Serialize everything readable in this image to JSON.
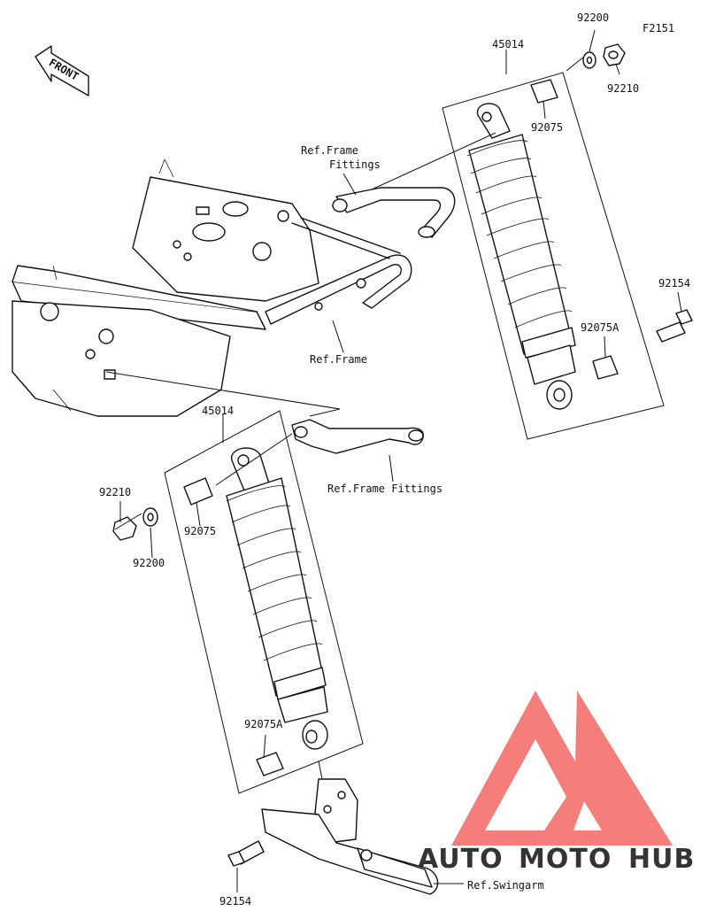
{
  "diagram": {
    "figure_code": "F2151",
    "front_label": "FRONT",
    "labels": {
      "p1_45014": "45014",
      "p1_92200": "92200",
      "p1_92210": "92210",
      "p1_92075": "92075",
      "p1_92154": "92154",
      "p1_92075A": "92075A",
      "ref_frame_fittings_l1": "Ref.Frame",
      "ref_frame_fittings_l2": "Fittings",
      "ref_frame": "Ref.Frame",
      "p2_45014": "45014",
      "p2_92210": "92210",
      "p2_92075": "92075",
      "p2_92200": "92200",
      "ref_frame_fittings_lower": "Ref.Frame Fittings",
      "p2_92075A": "92075A",
      "p2_92154": "92154",
      "ref_swingarm": "Ref.Swingarm"
    }
  },
  "watermark": {
    "part1": "AUTO",
    "part2": "MOTO",
    "part3": "HUB",
    "color_light": "#f7b08a",
    "color_red": "#f2534f",
    "color_dark": "#555555"
  }
}
